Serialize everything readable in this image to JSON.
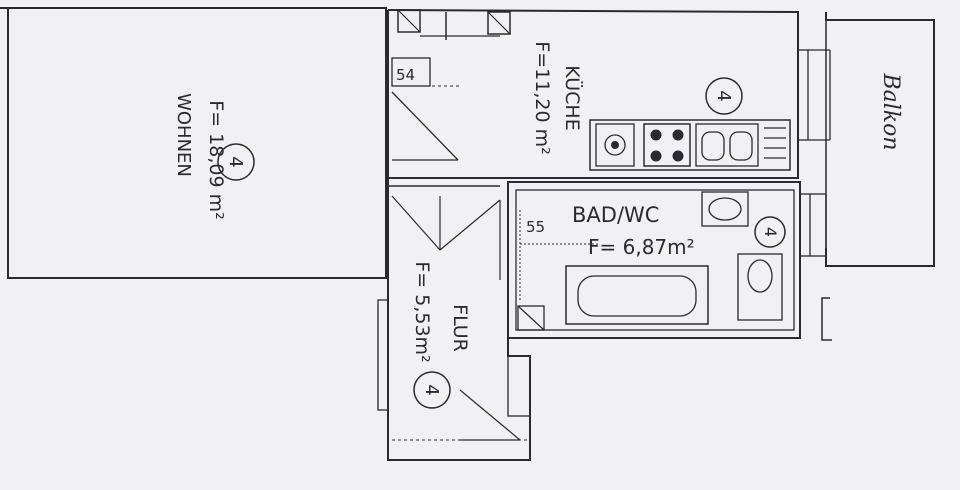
{
  "rooms": {
    "wohnen": {
      "name": "WOHNEN",
      "area": "F= 18,09 m²",
      "marker": "4"
    },
    "kueche": {
      "name": "KÜCHE",
      "area": "F=11,20 m²",
      "marker": "4"
    },
    "bad": {
      "name": "BAD/WC",
      "area": "F= 6,87m²",
      "marker": "4"
    },
    "flur": {
      "name": "FLUR",
      "area": "F= 5,53m²",
      "marker": "4"
    }
  },
  "balcony_label": "Balkon",
  "dimensions": {
    "kitchen_niche": "54",
    "bath_niche": "55"
  },
  "colors": {
    "paper": "#f1f0f5",
    "ink": "#2a2a30"
  }
}
